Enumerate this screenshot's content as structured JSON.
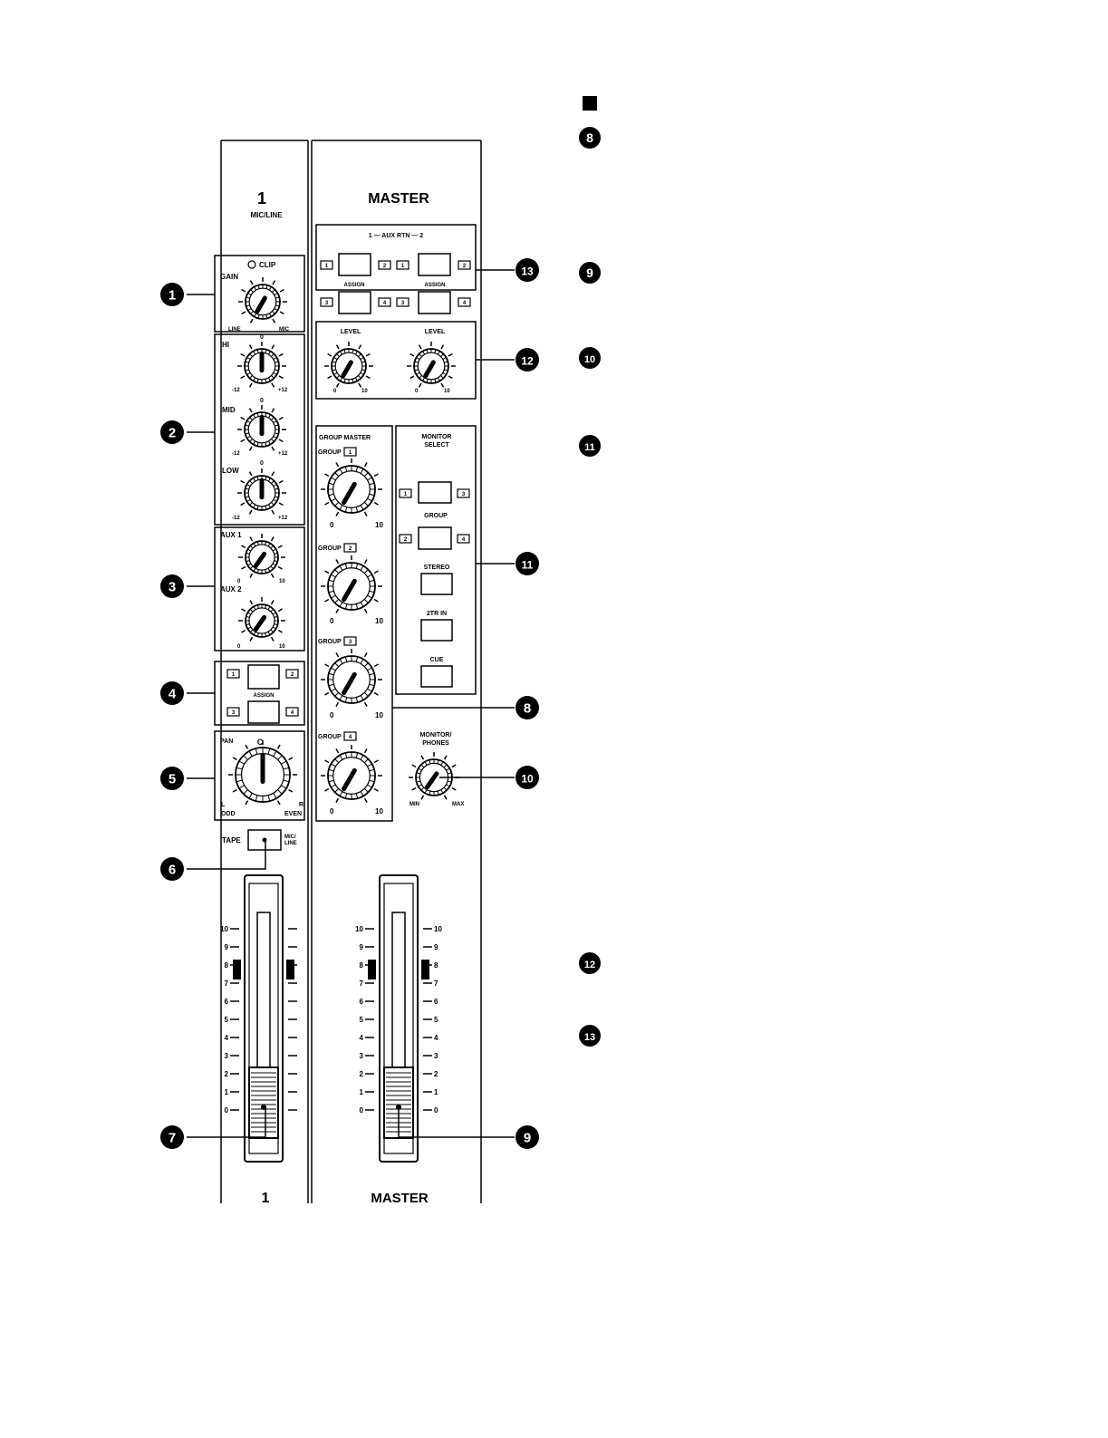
{
  "channel": {
    "number": "1",
    "type": "MIC/LINE",
    "gain": {
      "clip": "CLIP",
      "label": "GAIN",
      "min": "LINE",
      "max": "MIC"
    },
    "eq": [
      {
        "label": "HI",
        "center": "0",
        "min": "-12",
        "max": "+12"
      },
      {
        "label": "MID",
        "center": "0",
        "min": "-12",
        "max": "+12"
      },
      {
        "label": "LOW",
        "center": "0",
        "min": "-12",
        "max": "+12"
      }
    ],
    "aux": [
      {
        "label": "AUX 1",
        "min": "0",
        "max": "10"
      },
      {
        "label": "AUX 2",
        "min": "0",
        "max": "10"
      }
    ],
    "assign": {
      "label": "ASSIGN",
      "k1": "1",
      "k2": "2",
      "k3": "3",
      "k4": "4"
    },
    "pan": {
      "label": "PAN",
      "center": "C",
      "left": "L",
      "right": "R",
      "odd": "ODD",
      "even": "EVEN"
    },
    "tape_switch": {
      "left": "TAPE",
      "right_line1": "MIC/",
      "right_line2": "LINE"
    },
    "fader_scale": [
      "10",
      "9",
      "8",
      "7",
      "6",
      "5",
      "4",
      "3",
      "2",
      "1",
      "0"
    ],
    "bottom": "1"
  },
  "master": {
    "title": "MASTER",
    "aux_rtn": {
      "label": "1 — AUX RTN — 2",
      "assign": "ASSIGN",
      "k1": "1",
      "k2": "2",
      "k3": "3",
      "k4": "4"
    },
    "level": {
      "label": "LEVEL",
      "min": "0",
      "max": "10"
    },
    "group_master": {
      "label": "GROUP MASTER",
      "groups": [
        {
          "label": "GROUP",
          "num": "1"
        },
        {
          "label": "GROUP",
          "num": "2"
        },
        {
          "label": "GROUP",
          "num": "3"
        },
        {
          "label": "GROUP",
          "num": "4"
        }
      ],
      "min": "0",
      "max": "10"
    },
    "monitor_select": {
      "title1": "MONITOR",
      "title2": "SELECT",
      "group": "GROUP",
      "stereo": "STEREO",
      "tr": "2TR IN",
      "cue": "CUE",
      "k1": "1",
      "k2": "2",
      "k3": "3",
      "k4": "4"
    },
    "monitor_phones": {
      "line1": "MONITOR/",
      "line2": "PHONES",
      "min": "MIN",
      "max": "MAX"
    },
    "fader_scale": [
      "10",
      "9",
      "8",
      "7",
      "6",
      "5",
      "4",
      "3",
      "2",
      "1",
      "0"
    ],
    "bottom": "MASTER"
  },
  "callouts": [
    "1",
    "2",
    "3",
    "4",
    "5",
    "6",
    "7",
    "8",
    "9",
    "10",
    "11",
    "12",
    "13"
  ],
  "right_column_markers": [
    "8",
    "9",
    "10",
    "11",
    "12",
    "13"
  ]
}
